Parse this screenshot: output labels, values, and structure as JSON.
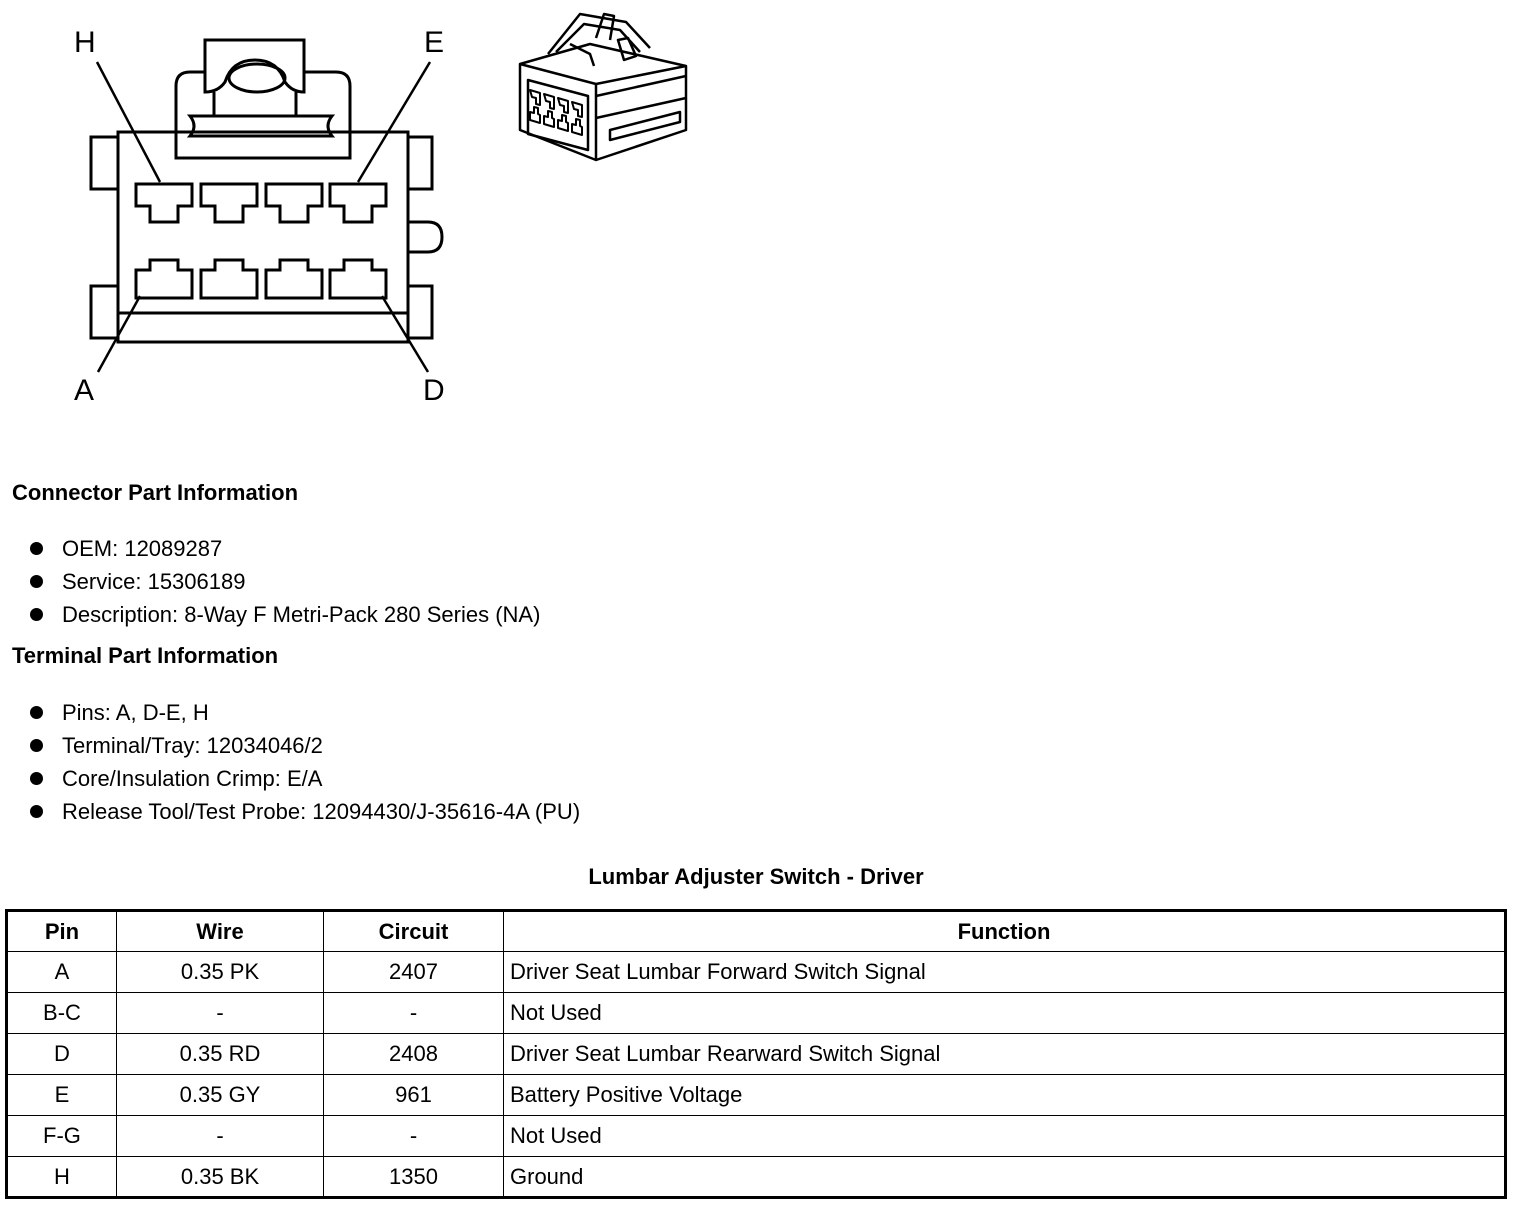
{
  "diagram": {
    "pin_labels": {
      "top_left": "H",
      "top_right": "E",
      "bottom_left": "A",
      "bottom_right": "D"
    }
  },
  "connector_info": {
    "heading": "Connector Part Information",
    "items": [
      "OEM: 12089287",
      "Service: 15306189",
      "Description: 8-Way F Metri-Pack 280 Series (NA)"
    ]
  },
  "terminal_info": {
    "heading": "Terminal Part Information",
    "items": [
      "Pins: A, D-E, H",
      "Terminal/Tray: 12034046/2",
      "Core/Insulation Crimp: E/A",
      "Release Tool/Test Probe: 12094430/J-35616-4A (PU)"
    ]
  },
  "table": {
    "title": "Lumbar Adjuster Switch - Driver",
    "headers": {
      "pin": "Pin",
      "wire": "Wire",
      "circuit": "Circuit",
      "function": "Function"
    },
    "rows": [
      {
        "pin": "A",
        "wire": "0.35 PK",
        "circuit": "2407",
        "function": "Driver Seat Lumbar Forward Switch Signal"
      },
      {
        "pin": "B-C",
        "wire": "-",
        "circuit": "-",
        "function": "Not Used"
      },
      {
        "pin": "D",
        "wire": "0.35 RD",
        "circuit": "2408",
        "function": "Driver Seat Lumbar Rearward Switch Signal"
      },
      {
        "pin": "E",
        "wire": "0.35 GY",
        "circuit": "961",
        "function": "Battery Positive Voltage"
      },
      {
        "pin": "F-G",
        "wire": "-",
        "circuit": "-",
        "function": "Not Used"
      },
      {
        "pin": "H",
        "wire": "0.35 BK",
        "circuit": "1350",
        "function": "Ground"
      }
    ]
  }
}
